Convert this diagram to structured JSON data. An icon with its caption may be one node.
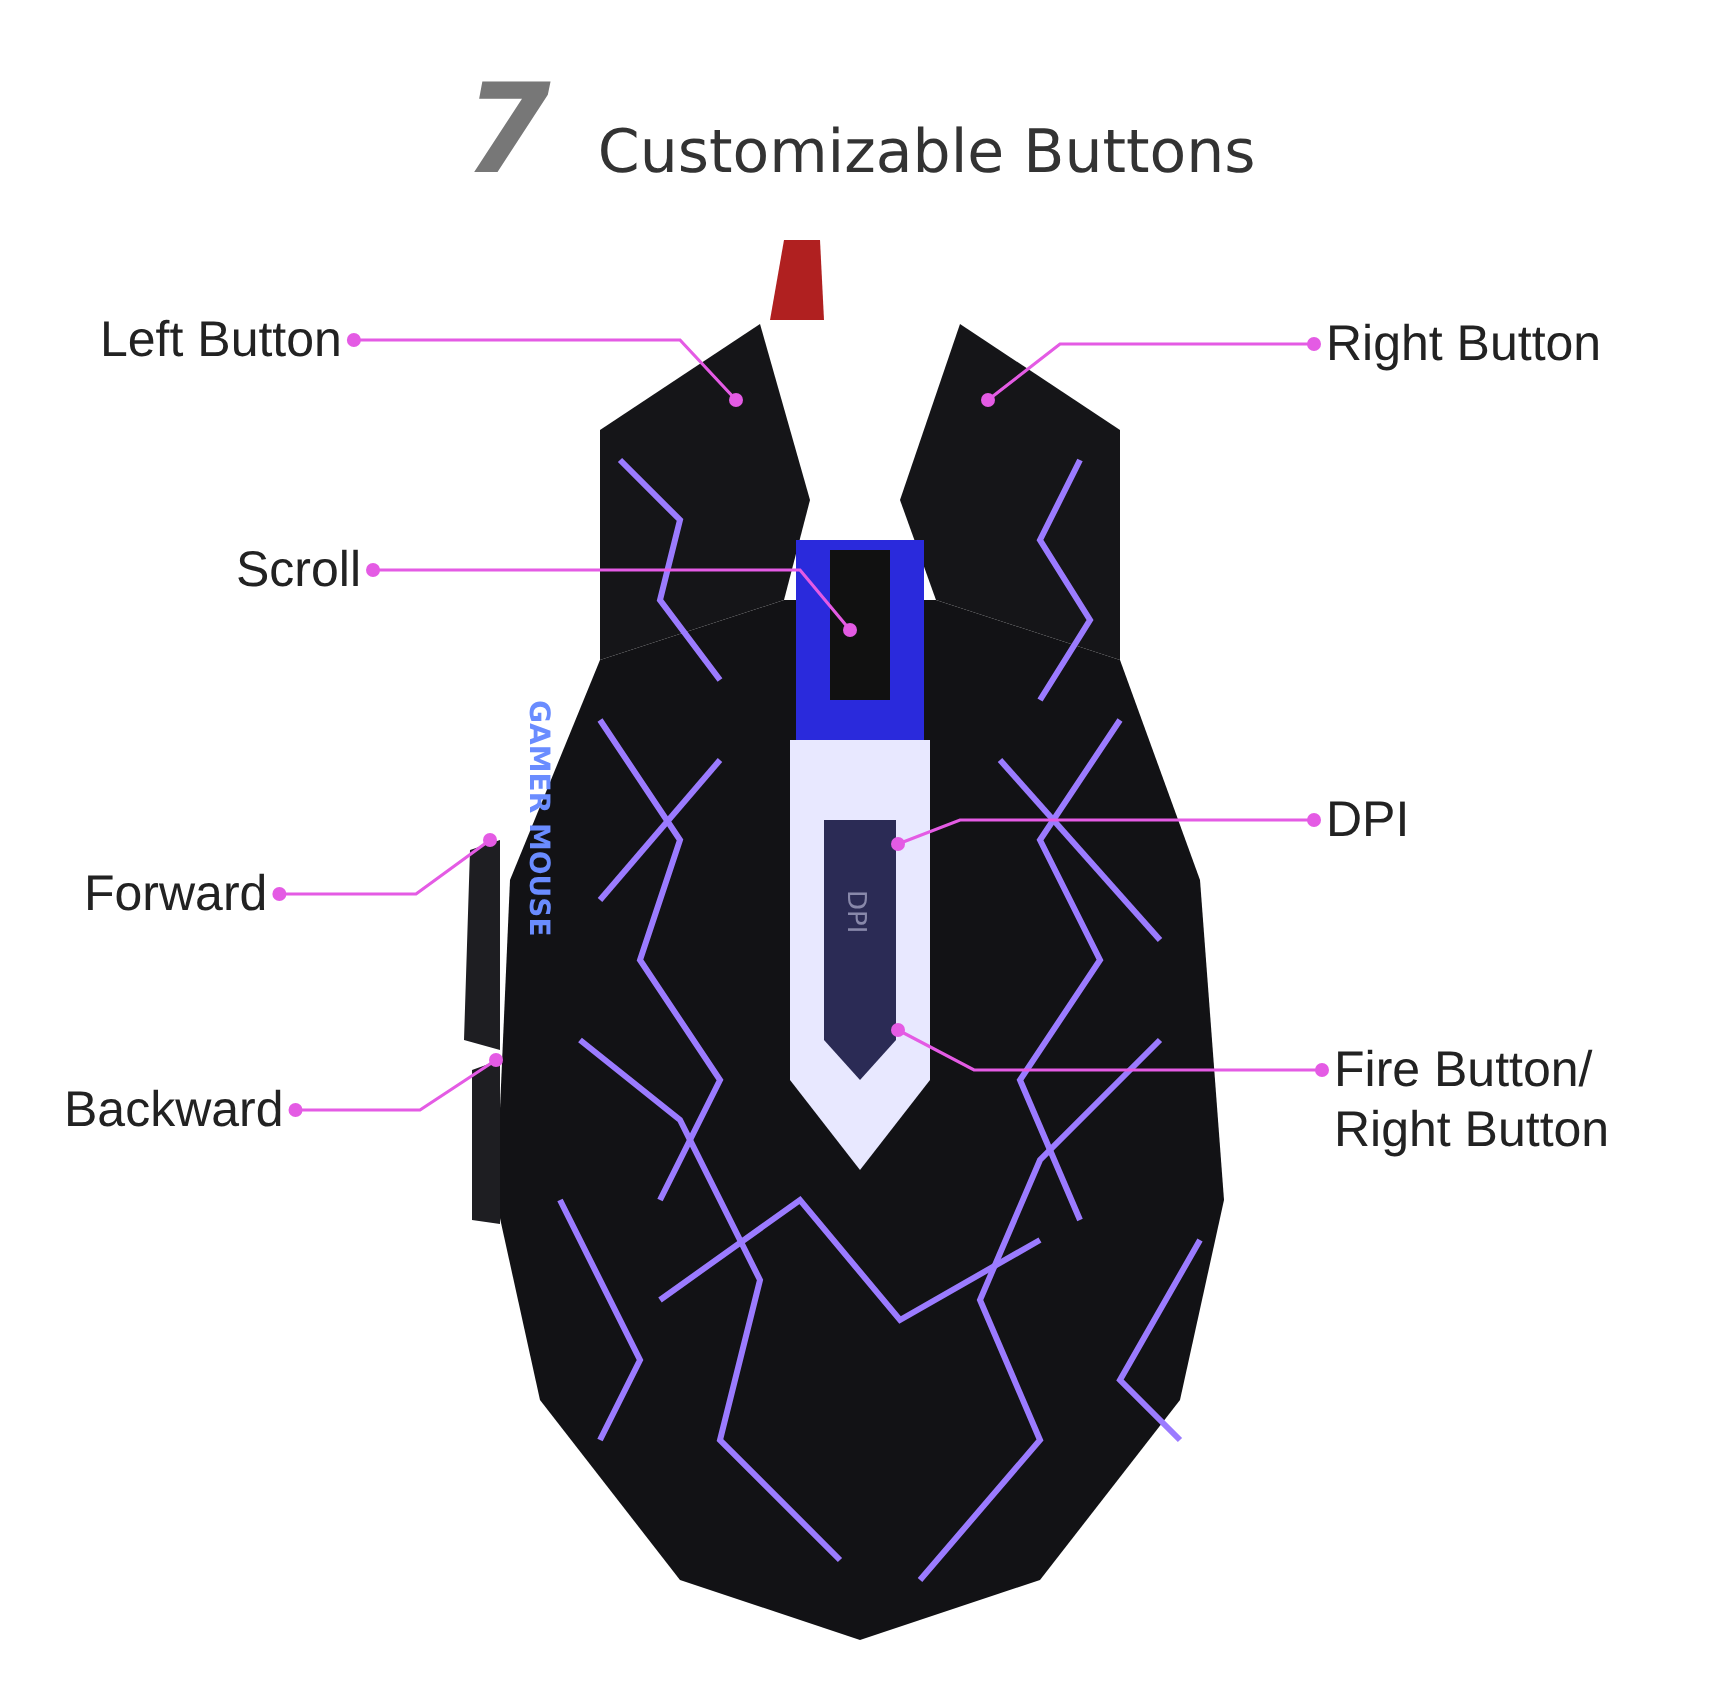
{
  "diagram": {
    "title": "**7** Customizable Buttons",
    "nodes": [
      {
        "text": [
          "Left Button"
        ]
      },
      {
        "text": [
          "Right Button"
        ]
      },
      {
        "text": [
          "Scroll"
        ]
      },
      {
        "text": [
          "DPI"
        ]
      },
      {
        "text": [
          "Forward"
        ]
      },
      {
        "text": [
          "Fire Button/ Right Button"
        ]
      },
      {
        "text": [
          "Backward"
        ]
      },
      {
        "text": [
          "DPI"
        ]
      }
    ],
    "edges": [
      {
        "from": 0,
        "to": null,
        "arrow": "other"
      },
      {
        "from": 1,
        "to": null,
        "arrow": "other"
      },
      {
        "from": 2,
        "to": null,
        "arrow": "other"
      },
      {
        "from": 3,
        "to": 7,
        "arrow": "other"
      },
      {
        "from": 4,
        "to": null,
        "arrow": "other"
      },
      {
        "from": 5,
        "to": 7,
        "arrow": "other"
      },
      {
        "from": 6,
        "to": null,
        "arrow": "other"
      }
    ],
    "labels": [
      "GAMER MOUSE"
    ]
  }
}
